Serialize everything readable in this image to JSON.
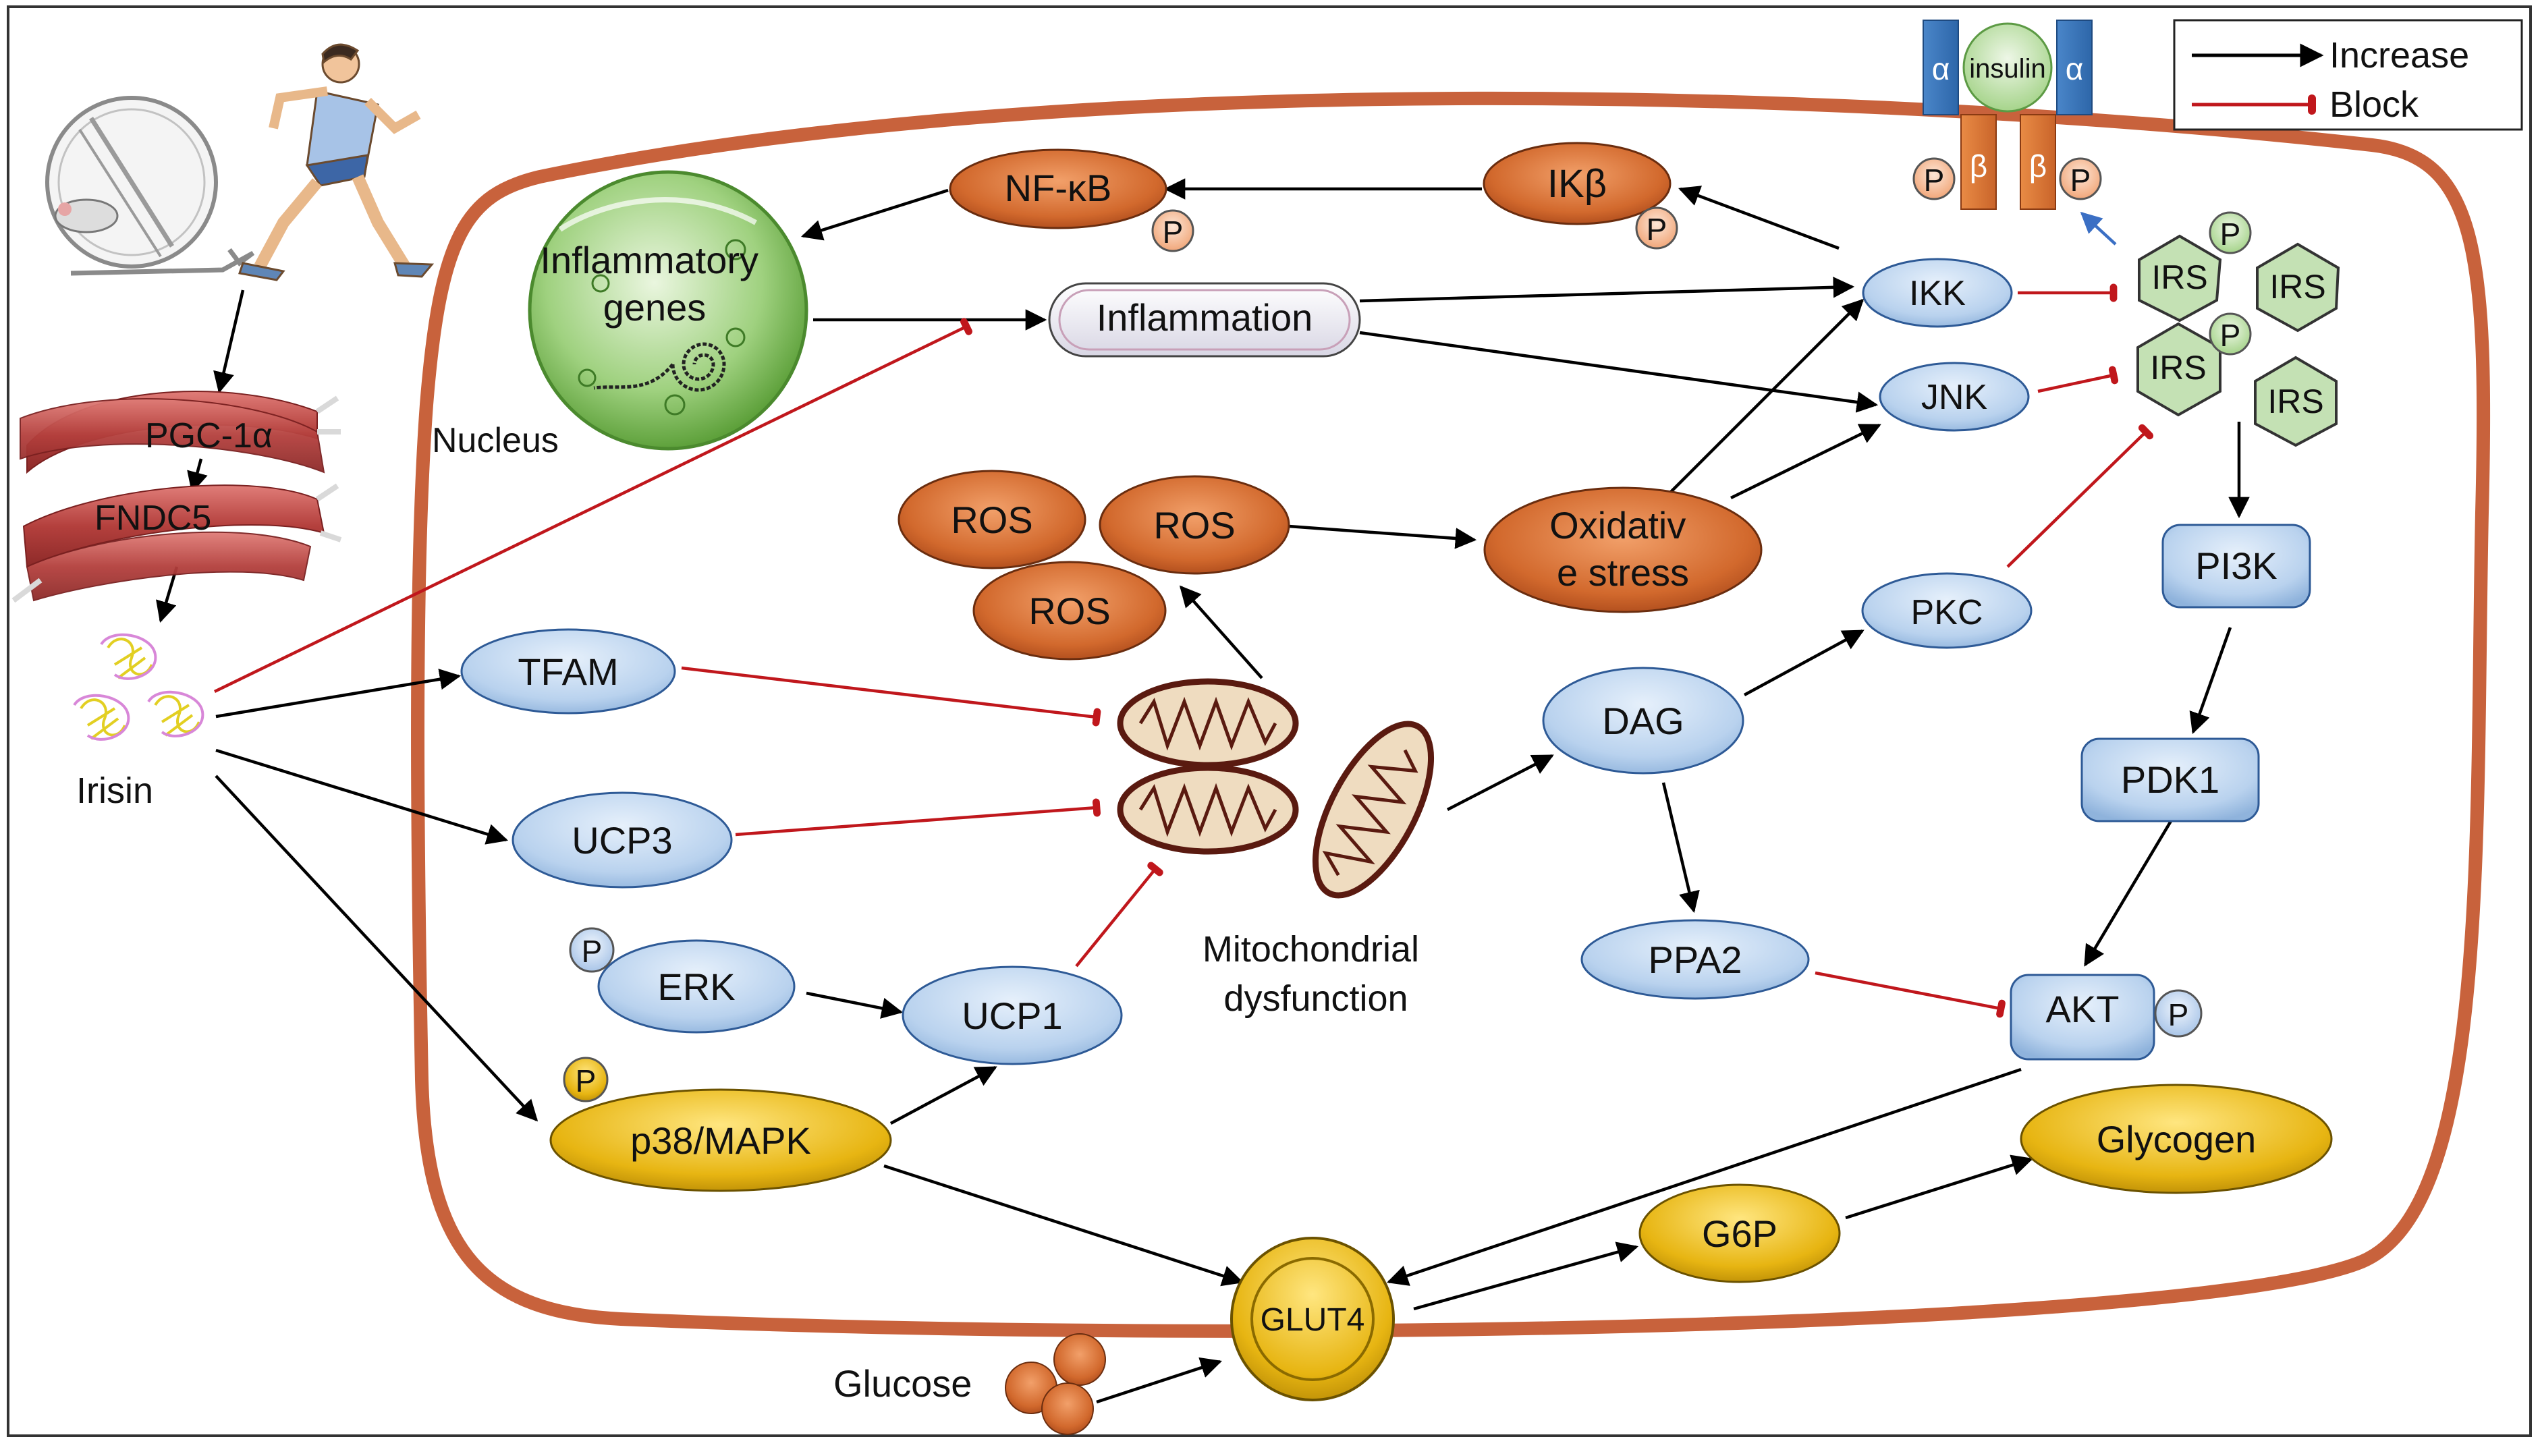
{
  "legend": {
    "increase_label": "Increase",
    "block_label": "Block"
  },
  "receptor": {
    "alpha": "α",
    "beta": "β",
    "insulin": "insulin"
  },
  "phospho": "P",
  "labels": {
    "pgc": "PGC-1α",
    "fndc5": "FNDC5",
    "irisin": "Irisin",
    "nucleus": "Nucleus",
    "inflammatory_genes": "Inflammatory genes",
    "mito_caption_1": "Mitochondrial",
    "mito_caption_2": "dysfunction",
    "glucose": "Glucose"
  },
  "nodes": {
    "nfkb": "NF-κB",
    "ikb": "IKβ",
    "inflammation": "Inflammation",
    "ikk": "IKK",
    "jnk": "JNK",
    "irs": "IRS",
    "ros": "ROS",
    "oxidative_1": "Oxidativ",
    "oxidative_2": "e stress",
    "tfam": "TFAM",
    "ucp3": "UCP3",
    "erk": "ERK",
    "ucp1": "UCP1",
    "p38": "p38/MAPK",
    "dag": "DAG",
    "pkc": "PKC",
    "ppa2": "PPA2",
    "pi3k": "PI3K",
    "pdk1": "PDK1",
    "akt": "AKT",
    "glycogen": "Glycogen",
    "g6p": "G6P",
    "glut4": "GLUT4"
  },
  "colors": {
    "cell_membrane": "#c8623c",
    "increase_arrow": "#000000",
    "block_arrow": "#c0171c",
    "orange_node": "#d2692d",
    "blue_node": "#b9d2ee",
    "gold_node": "#e7b512",
    "green_node": "#c4e1b4"
  }
}
